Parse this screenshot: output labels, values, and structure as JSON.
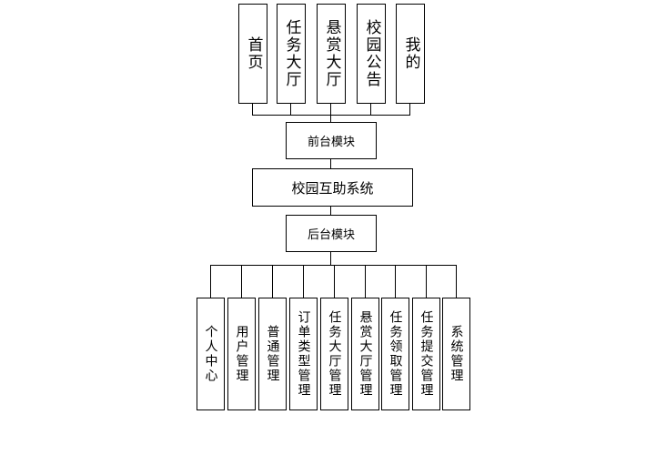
{
  "front_modules": [
    "首页",
    "任务大厅",
    "悬赏大厅",
    "校园公告",
    "我的"
  ],
  "front_label": "前台模块",
  "system_label": "校园互助系统",
  "back_label": "后台模块",
  "back_modules": [
    "个人中心",
    "用户管理",
    "普通管理",
    "订单类型管理",
    "任务大厅管理",
    "悬赏大厅管理",
    "任务领取管理",
    "任务提交管理",
    "系统管理"
  ],
  "colors": {
    "stroke": "#000000",
    "background": "#ffffff"
  }
}
